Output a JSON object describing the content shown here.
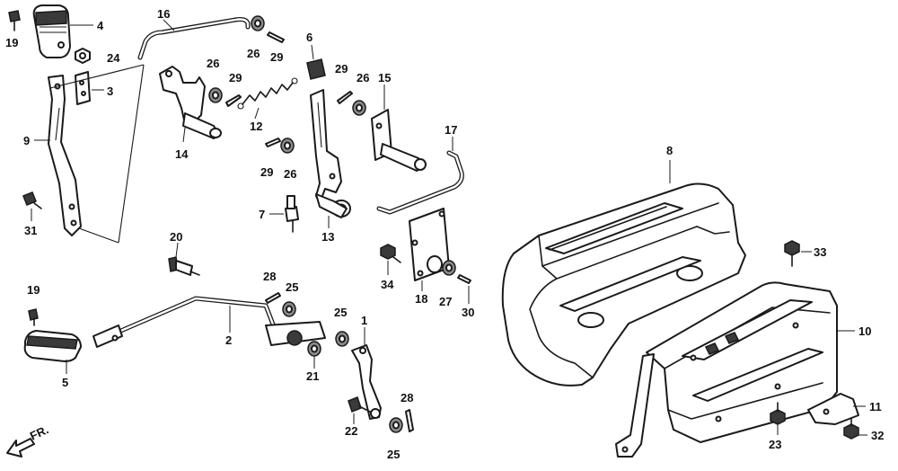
{
  "diagram": {
    "direction_label": "FR.",
    "callouts": [
      "1",
      "2",
      "3",
      "4",
      "5",
      "6",
      "7",
      "8",
      "9",
      "10",
      "11",
      "12",
      "13",
      "14",
      "15",
      "16",
      "17",
      "18",
      "19",
      "19",
      "20",
      "21",
      "22",
      "23",
      "24",
      "25",
      "25",
      "25",
      "26",
      "26",
      "26",
      "26",
      "27",
      "28",
      "28",
      "29",
      "29",
      "29",
      "29",
      "30",
      "31",
      "32",
      "33",
      "34"
    ]
  }
}
